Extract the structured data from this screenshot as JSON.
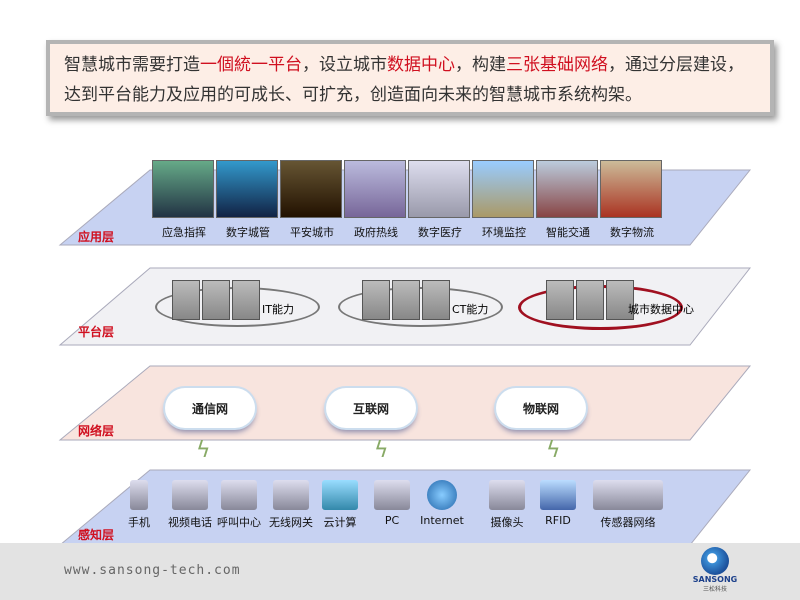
{
  "intro": {
    "p1": "智慧城市需要打造",
    "h1": "一個統一平台",
    "p2": "，设立城市",
    "h2": "数据中心",
    "p3": "，构建",
    "h3": "三张基础网络",
    "p4": "，通过分层建设，达到平台能力及应用的可成长、可扩充，创造面向未来的智慧城市系统构架。"
  },
  "layers": {
    "application": {
      "label": "应用层",
      "items": [
        "应急指挥",
        "数字城管",
        "平安城市",
        "政府热线",
        "数字医疗",
        "环境监控",
        "智能交通",
        "数字物流"
      ]
    },
    "platform": {
      "label": "平台层",
      "items": [
        "IT能力",
        "CT能力",
        "城市数据中心"
      ]
    },
    "network": {
      "label": "网络层",
      "items": [
        "通信网",
        "互联网",
        "物联网"
      ]
    },
    "perception": {
      "label": "感知层",
      "items": [
        "手机",
        "视频电话",
        "呼叫中心",
        "无线网关",
        "云计算",
        "PC",
        "Internet",
        "摄像头",
        "RFID",
        "传感器网络"
      ]
    }
  },
  "footer": {
    "url": "www.sansong-tech.com",
    "logo_text": "SANSONG",
    "logo_sub": "三松科技"
  }
}
